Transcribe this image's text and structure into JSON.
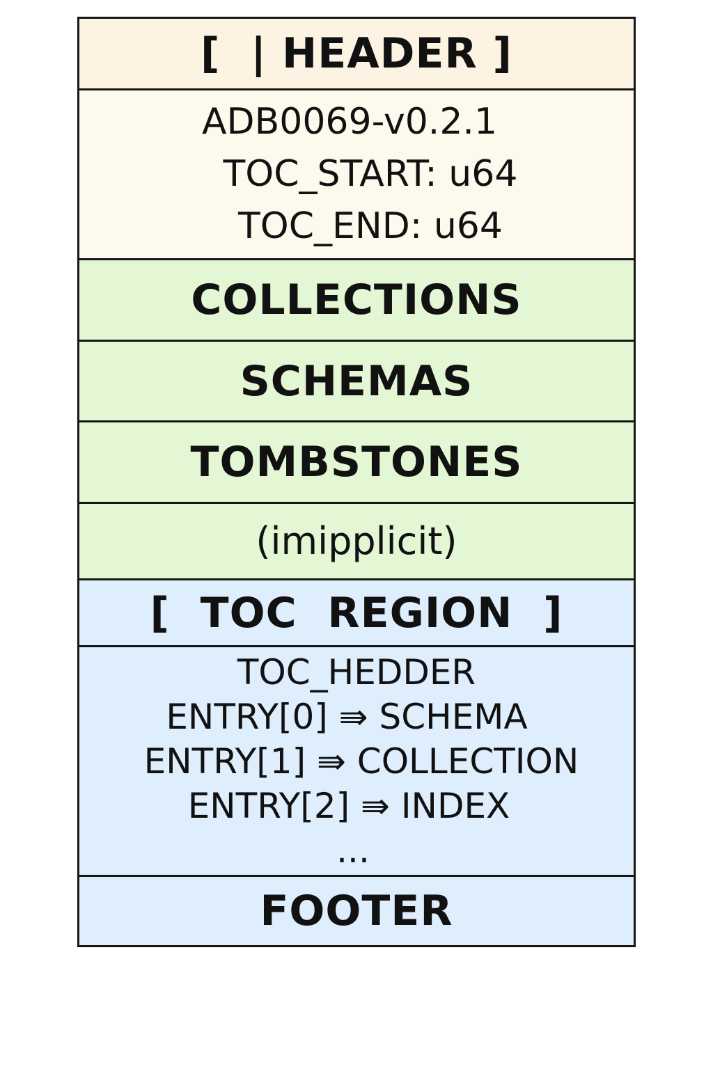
{
  "colors": {
    "header": "#fdf3e2",
    "header_body": "#fdf9ec",
    "data": "#e3f7d4",
    "toc": "#deeefd",
    "border": "#161616"
  },
  "header": {
    "title": "[  | HEADER ]",
    "lines": [
      "ADB0069-v0.2.1",
      "TOC_START: u64",
      "TOC_END: u64"
    ]
  },
  "sections": {
    "collections": "COLLECTIONS",
    "schemas": "SCHEMAS",
    "tombstones": "TOMBSTONES",
    "implicit": "(imipplicit)"
  },
  "toc": {
    "title": "[  TOC  REGION  ]",
    "lines": [
      "TOC_HEDDER",
      "ENTRY[0] ⇛ SCHEMA",
      "ENTRY[1] ⇛ COLLECTION",
      "ENTRY[2] ⇛ INDEX",
      "..."
    ]
  },
  "footer": {
    "title": "FOOTER"
  }
}
